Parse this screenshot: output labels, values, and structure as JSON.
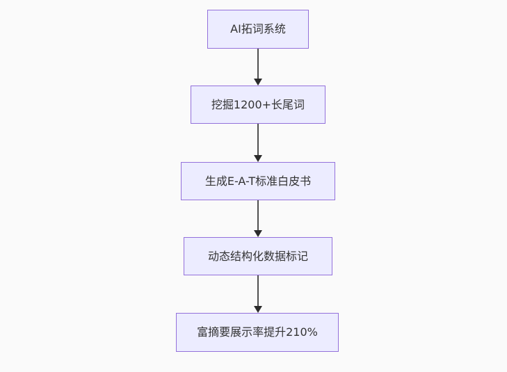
{
  "diagram": {
    "type": "flowchart",
    "direction": "top-down",
    "nodes": [
      {
        "id": "n1",
        "label": "AI拓词系统"
      },
      {
        "id": "n2",
        "label": "挖掘1200+长尾词"
      },
      {
        "id": "n3",
        "label": "生成E-A-T标准白皮书"
      },
      {
        "id": "n4",
        "label": "动态结构化数据标记"
      },
      {
        "id": "n5",
        "label": "富摘要展示率提升210%"
      }
    ],
    "edges": [
      {
        "from": "n1",
        "to": "n2"
      },
      {
        "from": "n2",
        "to": "n3"
      },
      {
        "from": "n3",
        "to": "n4"
      },
      {
        "from": "n4",
        "to": "n5"
      }
    ],
    "colors": {
      "node_fill": "#ECECFF",
      "node_border": "#9370DB",
      "node_text": "#333333",
      "edge_line": "#4f4f4f",
      "arrowhead": "#2b2b2b",
      "background": "#fafafa"
    }
  }
}
